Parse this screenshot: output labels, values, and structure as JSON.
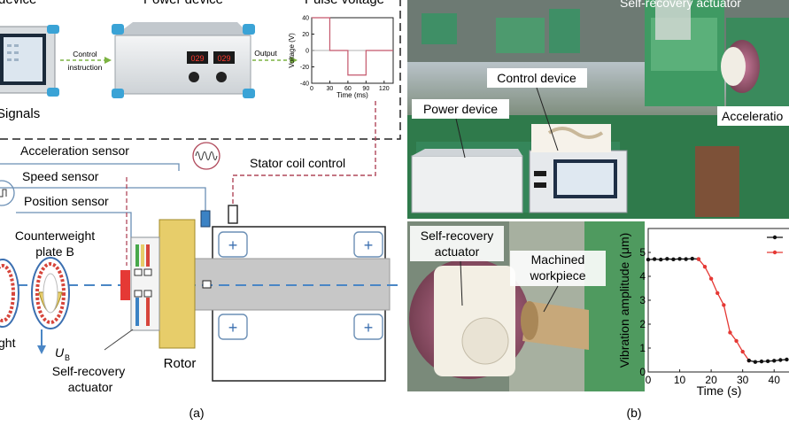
{
  "panel_a": {
    "caption": "(a)",
    "top_labels": {
      "device": "device",
      "power_device": "Power device",
      "pulse_voltage": "Pulse voltage"
    },
    "signals": "Signals",
    "control_instruction": [
      "Control",
      "instruction"
    ],
    "output": "Output",
    "power_display": [
      "029",
      "029"
    ],
    "pulse_chart": {
      "ylabel": "Voltage (V)",
      "xlabel": "Time (ms)"
    },
    "acceleration_sensor": "Acceleration sensor",
    "speed_sensor": "Speed sensor",
    "position_sensor": "Position sensor",
    "stator_coil_control": "Stator coil control",
    "counterweight": [
      "Counterweight",
      "plate B"
    ],
    "ght": "ght",
    "ub": "U",
    "ub_sub": "B",
    "rotor": "Rotor",
    "actuator": [
      "Self-recovery",
      "actuator"
    ],
    "plus": "+"
  },
  "panel_b": {
    "caption": "(b)",
    "self_recovery_top": "Self-recovery actuator",
    "control_device": "Control device",
    "power_device": "Power device",
    "acceleration": "Acceleratio",
    "actuator_photo": [
      "Self-recovery",
      "actuator"
    ],
    "machined": [
      "Machined",
      "workpiece"
    ]
  },
  "chart_data": [
    {
      "type": "line",
      "xlabel": "Time (ms)",
      "ylabel": "Voltage (V)",
      "x_ticks": [
        0,
        30,
        60,
        90,
        120
      ],
      "y_ticks": [
        40,
        20,
        0,
        -20,
        -40
      ],
      "xlim": [
        0,
        135
      ],
      "ylim": [
        -40,
        40
      ],
      "series": [
        {
          "x": [
            0,
            30,
            30,
            60,
            60,
            90,
            90,
            135
          ],
          "y": [
            40,
            40,
            0,
            0,
            -30,
            -30,
            0,
            0
          ]
        }
      ]
    },
    {
      "type": "line",
      "xlabel": "Time (s)",
      "ylabel": "Vibration amplitude (μm)",
      "x_ticks": [
        0,
        10,
        20,
        30,
        40
      ],
      "y_ticks": [
        0,
        1,
        2,
        3,
        4,
        5
      ],
      "xlim": [
        0,
        45
      ],
      "ylim": [
        0,
        6
      ],
      "series": [
        {
          "color": "#111111",
          "x": [
            0,
            2,
            4,
            6,
            8,
            10,
            12,
            14,
            16
          ],
          "y": [
            4.7,
            4.72,
            4.7,
            4.73,
            4.71,
            4.73,
            4.72,
            4.74,
            4.72
          ]
        },
        {
          "color": "#e53935",
          "x": [
            16,
            18,
            20,
            22,
            24,
            26,
            28,
            30,
            32
          ],
          "y": [
            4.72,
            4.4,
            3.9,
            3.3,
            2.8,
            1.65,
            1.3,
            0.85,
            0.48
          ]
        },
        {
          "color": "#111111",
          "x": [
            32,
            34,
            36,
            38,
            40,
            42,
            44
          ],
          "y": [
            0.48,
            0.42,
            0.44,
            0.45,
            0.47,
            0.5,
            0.52
          ]
        }
      ]
    }
  ]
}
